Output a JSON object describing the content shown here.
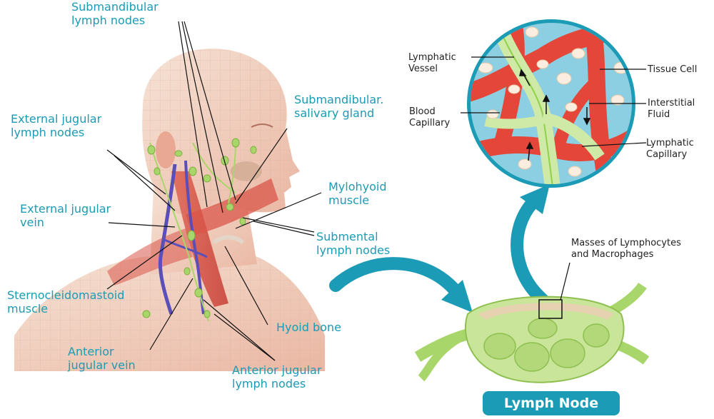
{
  "colors": {
    "label_teal": "#1b9bb5",
    "muscle_red": "#d9564a",
    "vein_purple": "#5a4fb8",
    "lymph_green": "#a8d66a",
    "capillary_red": "#e4473a",
    "fluid_blue": "#8ccfe2"
  },
  "head_labels": {
    "submandibular_nodes": "Submandibular\nlymph nodes",
    "submandibular_gland": "Submandibular.\nsalivary gland",
    "external_jugular_nodes": "External jugular\nlymph nodes",
    "mylohyoid_muscle": "Mylohyoid\nmuscle",
    "external_jugular_vein": "External jugular\nvein",
    "submental_nodes": "Submental\nlymph nodes",
    "sternocleidomastoid": "Sternocleidomastoid\nmuscle",
    "hyoid_bone": "Hyoid bone",
    "anterior_jugular_vein": "Anterior\njugular vein",
    "anterior_jugular_nodes": "Anterior jugular\nlymph nodes"
  },
  "detail_labels": {
    "lymphatic_vessel": "Lymphatic\nVessel",
    "tissue_cell": "Tissue Cell",
    "blood_capillary": "Blood\nCapillary",
    "interstitial_fluid": "Interstitial\nFluid",
    "lymphatic_capillary": "Lymphatic\nCapillary",
    "masses": "Masses of Lymphocytes\nand Macrophages"
  },
  "lymph_node_title": "Lymph Node",
  "icons": [
    "head-neck-illustration",
    "tissue-magnifier-circle",
    "lymph-node-illustration",
    "curved-arrow-icon"
  ]
}
